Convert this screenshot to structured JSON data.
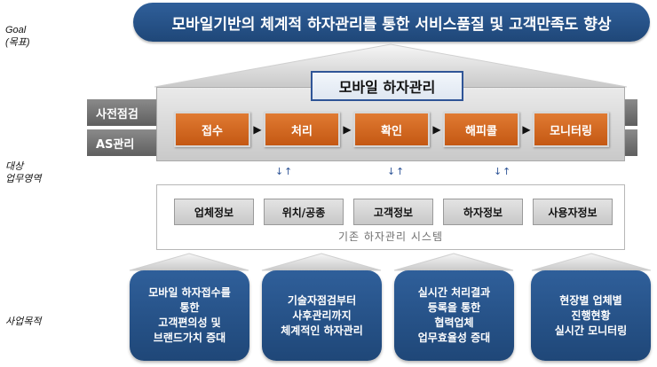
{
  "side_labels": {
    "goal": "Goal\n(목표)",
    "area": "대상\n업무영역",
    "purpose": "사업목적"
  },
  "goal_text": "모바일기반의 체계적 하자관리를 통한 서비스품질 및 고객만족도 향상",
  "mobile_title": "모바일 하자관리",
  "bands": [
    "사전점검",
    "AS관리"
  ],
  "steps": [
    "접수",
    "처리",
    "확인",
    "해피콜",
    "모니터링"
  ],
  "step_arrow": "▶",
  "info_items": [
    "업체정보",
    "위치/공종",
    "고객정보",
    "하자정보",
    "사용자정보"
  ],
  "legacy_label": "기존 하자관리 시스템",
  "purposes": [
    "모바일 하자접수를\n통한\n고객편의성 및\n브랜드가치 증대",
    "기술자점검부터\n사후관리까지\n체계적인 하자관리",
    "실시간 처리결과\n등록을 통한\n협력업체\n업무효율성 증대",
    "현장별 업체별\n진행현황\n실시간 모니터링"
  ],
  "colors": {
    "navy": "#1f4778",
    "orange": "#c45813",
    "band_grey": "#6f6f6f",
    "panel_grey": "#d9d9d9"
  }
}
